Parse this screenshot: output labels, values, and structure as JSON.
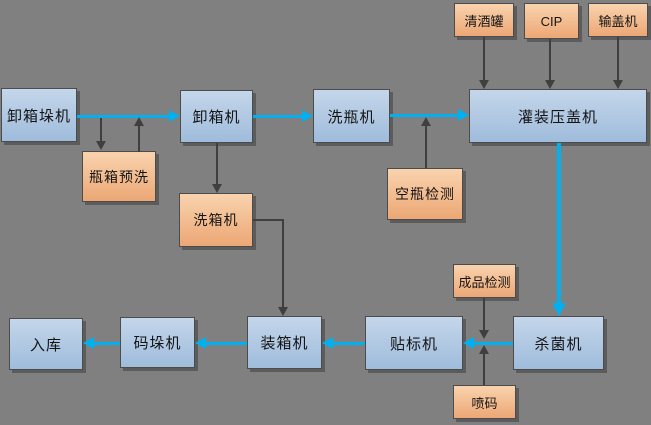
{
  "diagram": {
    "type": "flowchart",
    "subject": "bottling-filling-line-process",
    "background_color": "#808080",
    "flow_arrow_color": "#00b0f0",
    "connector_arrow_color": "#3f3f3f",
    "process_box_fill": [
      "#c4d6ea",
      "#9fbcdc"
    ],
    "aux_box_fill": [
      "#f9d3ae",
      "#eca775"
    ],
    "nodes": [
      {
        "id": "depalletizer",
        "label": "卸箱垛机",
        "type": "process"
      },
      {
        "id": "decrater",
        "label": "卸箱机",
        "type": "process"
      },
      {
        "id": "bottle-washer",
        "label": "洗瓶机",
        "type": "process"
      },
      {
        "id": "filler-capper",
        "label": "灌装压盖机",
        "type": "process"
      },
      {
        "id": "sterilizer",
        "label": "杀菌机",
        "type": "process"
      },
      {
        "id": "labeler",
        "label": "贴标机",
        "type": "process"
      },
      {
        "id": "case-packer",
        "label": "装箱机",
        "type": "process"
      },
      {
        "id": "palletizer",
        "label": "码垛机",
        "type": "process"
      },
      {
        "id": "warehouse",
        "label": "入库",
        "type": "process"
      },
      {
        "id": "crate-prewash",
        "label": "瓶箱预洗",
        "type": "aux"
      },
      {
        "id": "crate-washer",
        "label": "洗箱机",
        "type": "aux"
      },
      {
        "id": "empty-bottle-inspect",
        "label": "空瓶检测",
        "type": "aux"
      },
      {
        "id": "bright-beer-tank",
        "label": "清酒罐",
        "type": "aux"
      },
      {
        "id": "cip",
        "label": "CIP",
        "type": "aux"
      },
      {
        "id": "cap-feeder",
        "label": "输盖机",
        "type": "aux"
      },
      {
        "id": "product-inspect",
        "label": "成品检测",
        "type": "aux"
      },
      {
        "id": "inkjet-coder",
        "label": "喷码",
        "type": "aux"
      }
    ],
    "edges": [
      {
        "from": "卸箱垛机",
        "to": "卸箱机",
        "style": "flow"
      },
      {
        "from": "卸箱机",
        "to": "洗瓶机",
        "style": "flow"
      },
      {
        "from": "洗瓶机",
        "to": "灌装压盖机",
        "style": "flow"
      },
      {
        "from": "灌装压盖机",
        "to": "杀菌机",
        "style": "flow"
      },
      {
        "from": "杀菌机",
        "to": "贴标机",
        "style": "flow"
      },
      {
        "from": "贴标机",
        "to": "装箱机",
        "style": "flow"
      },
      {
        "from": "装箱机",
        "to": "码垛机",
        "style": "flow"
      },
      {
        "from": "码垛机",
        "to": "入库",
        "style": "flow"
      },
      {
        "from": "卸箱垛机-卸箱机输送线",
        "to": "瓶箱预洗",
        "style": "connector"
      },
      {
        "from": "瓶箱预洗",
        "to": "卸箱垛机-卸箱机输送线",
        "style": "connector"
      },
      {
        "from": "卸箱机",
        "to": "洗箱机",
        "style": "connector"
      },
      {
        "from": "洗箱机",
        "to": "装箱机",
        "style": "connector"
      },
      {
        "from": "空瓶检测",
        "to": "洗瓶机-灌装压盖机输送线",
        "style": "connector"
      },
      {
        "from": "清酒罐",
        "to": "灌装压盖机",
        "style": "connector"
      },
      {
        "from": "CIP",
        "to": "灌装压盖机",
        "style": "connector"
      },
      {
        "from": "输盖机",
        "to": "灌装压盖机",
        "style": "connector"
      },
      {
        "from": "成品检测",
        "to": "杀菌机-贴标机输送线",
        "style": "connector"
      },
      {
        "from": "喷码",
        "to": "杀菌机-贴标机输送线",
        "style": "connector"
      }
    ]
  }
}
